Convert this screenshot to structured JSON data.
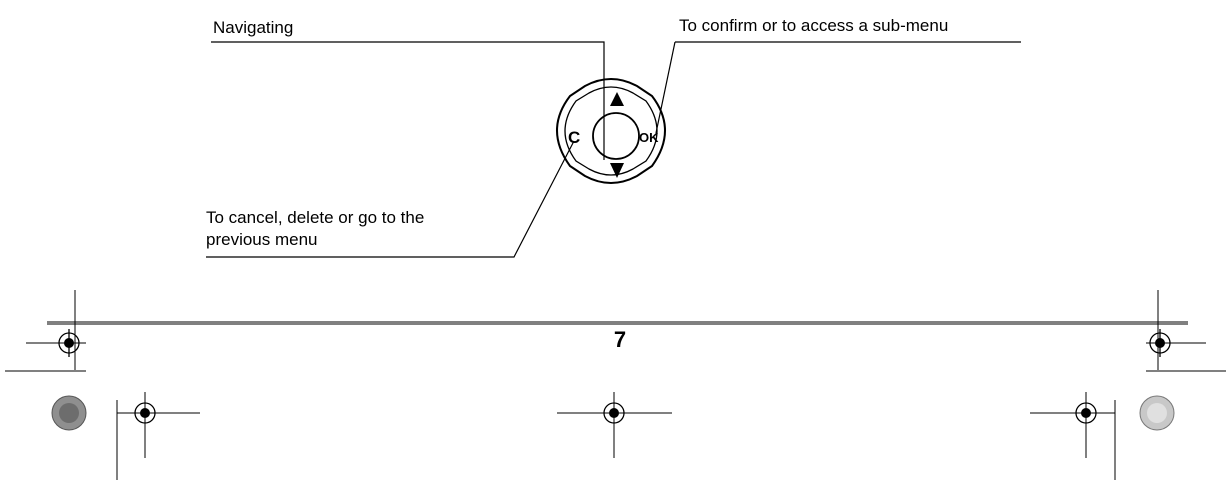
{
  "labels": {
    "navigating": "Navigating",
    "confirm": "To confirm or to access a sub-menu",
    "cancel_line1": "To cancel, delete or go to the",
    "cancel_line2": "previous menu"
  },
  "keypad": {
    "cancel_key": "C",
    "ok_key": "OK"
  },
  "page_number": "7"
}
